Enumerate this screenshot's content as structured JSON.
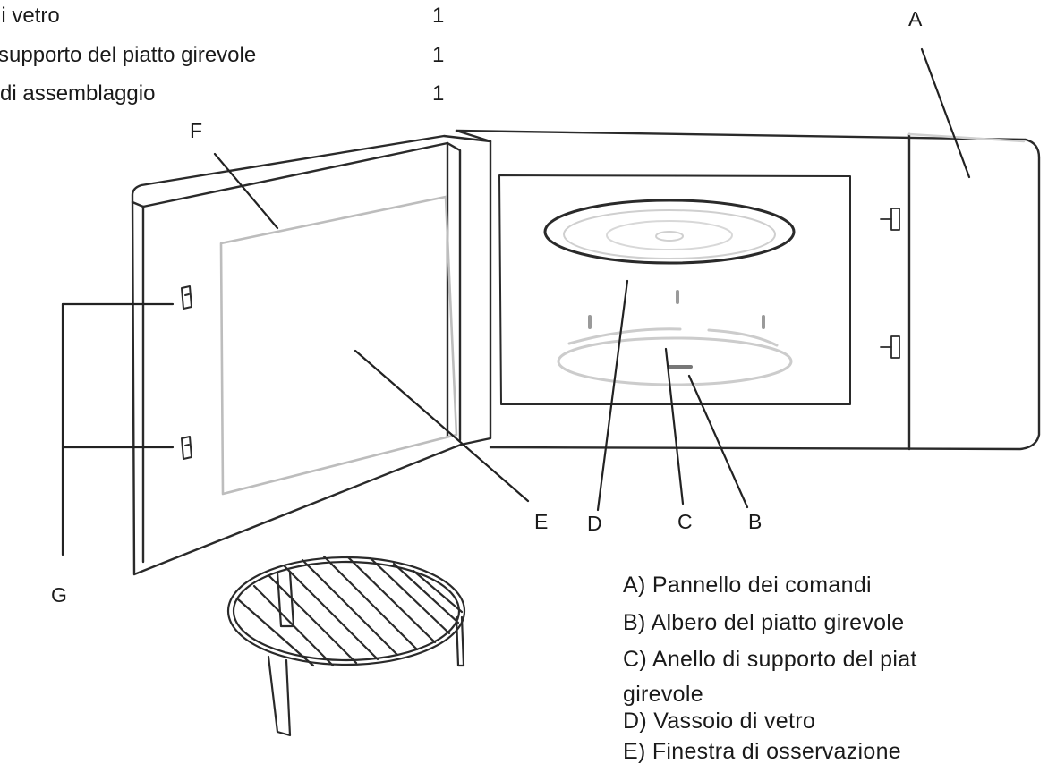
{
  "parts_list": [
    {
      "name": "di vetro",
      "qty": "1"
    },
    {
      "name": "supporto del piatto girevole",
      "qty": "1"
    },
    {
      "name": "i di assemblaggio",
      "qty": "1"
    }
  ],
  "labels": {
    "A": "A",
    "B": "B",
    "C": "C",
    "D": "D",
    "E": "E",
    "F": "F",
    "G": "G"
  },
  "legend": [
    "A) Pannello dei comandi",
    "B) Albero del piatto girevole",
    "C) Anello di supporto del piat",
    "girevole",
    "D) Vassoio di vetro",
    "E) Finestra di osservazione"
  ]
}
